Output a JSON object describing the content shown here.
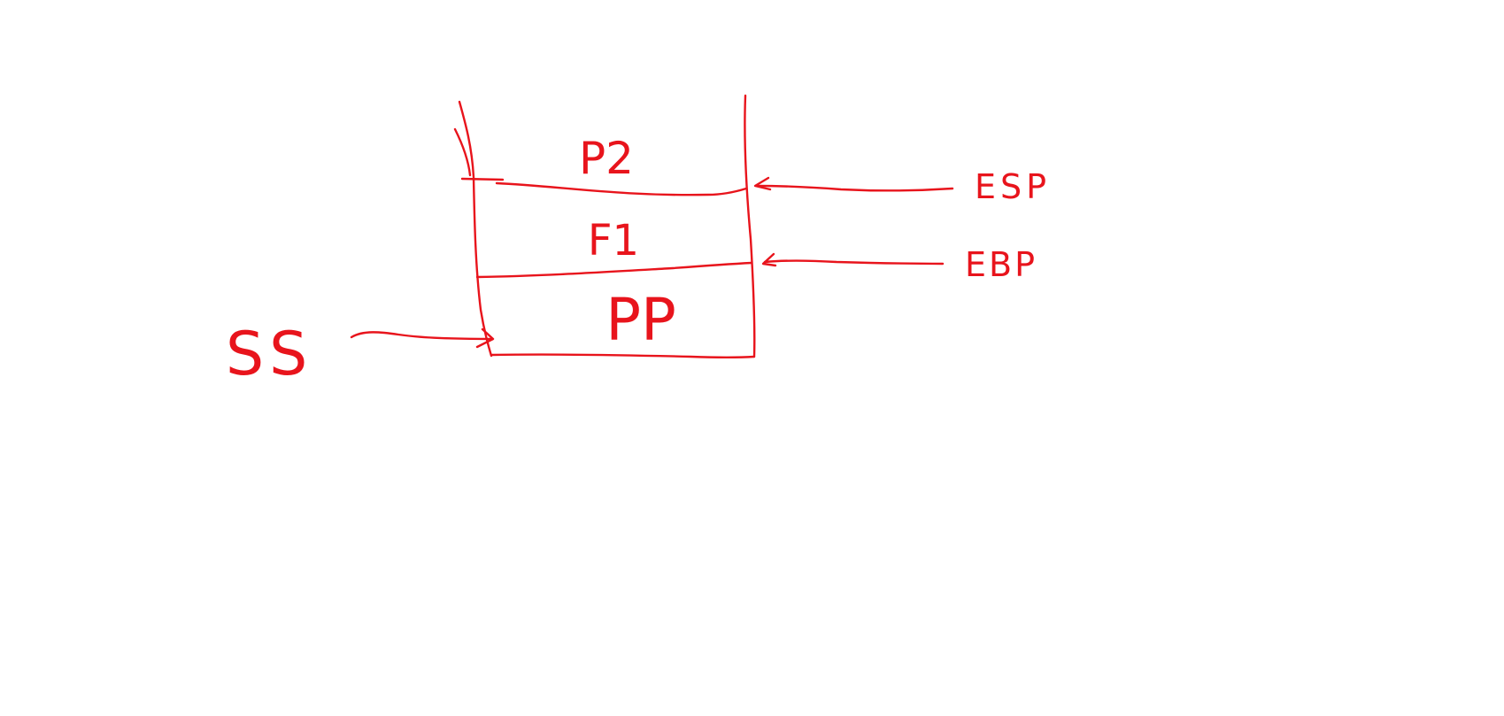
{
  "colors": {
    "ink": "#e8141c",
    "background": "#ffffff"
  },
  "stack": {
    "slots": [
      {
        "label": "P2"
      },
      {
        "label": "F1"
      },
      {
        "label": "PP"
      }
    ]
  },
  "pointers": {
    "esp": {
      "label": "ESP"
    },
    "ebp": {
      "label": "EBP"
    },
    "ss": {
      "label": "SS"
    }
  }
}
